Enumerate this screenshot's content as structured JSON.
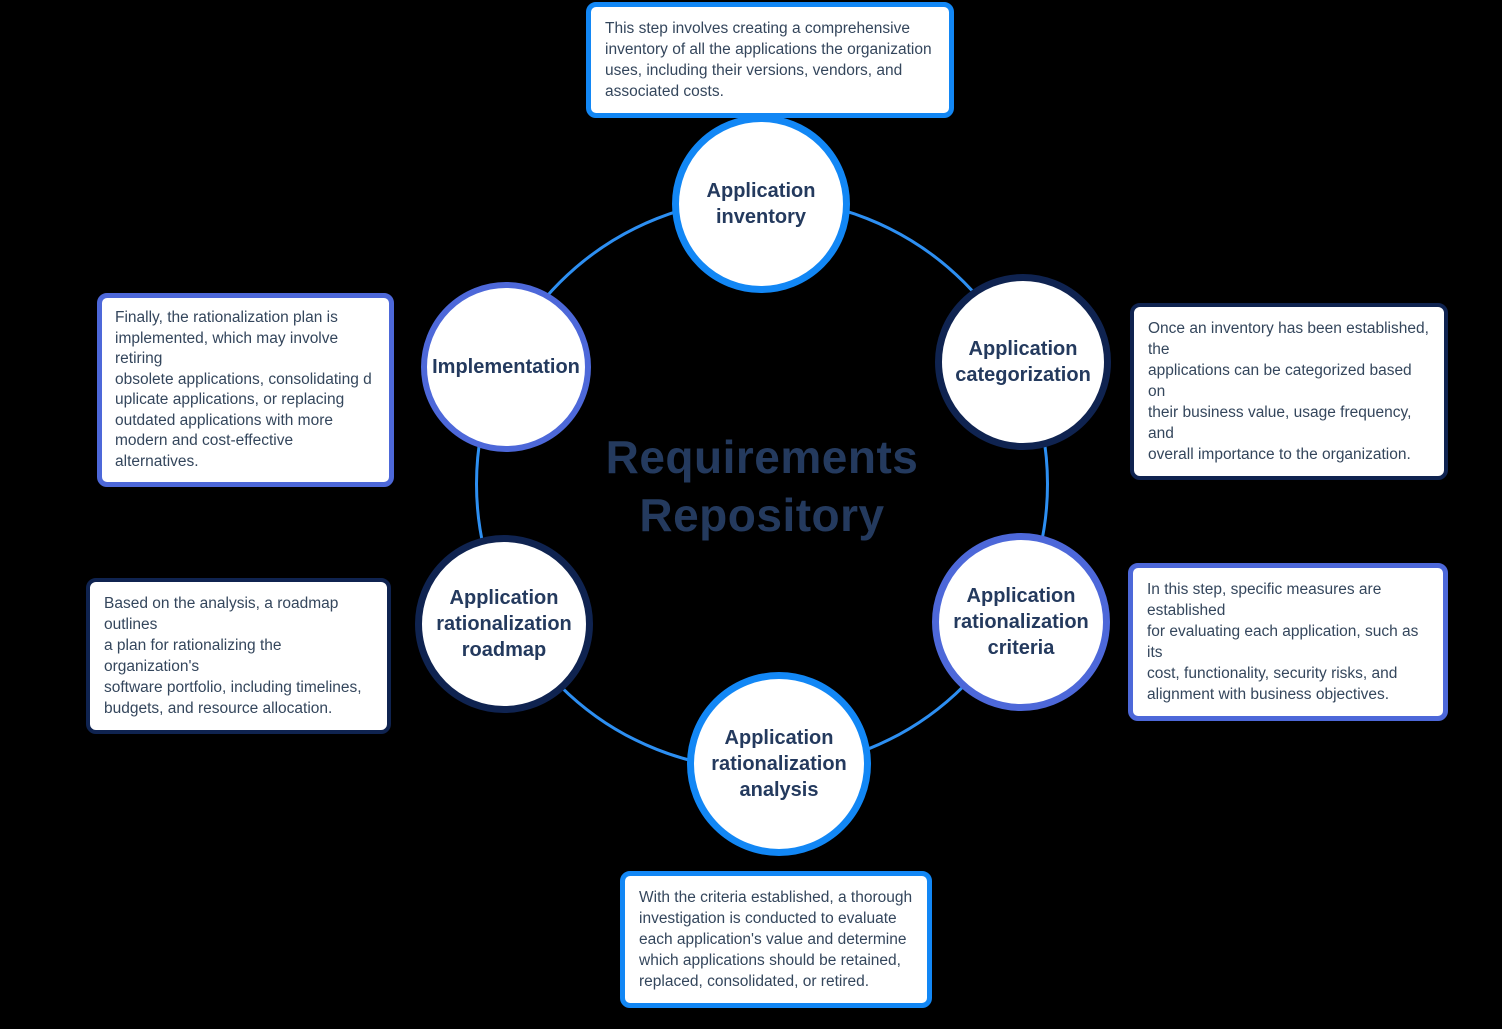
{
  "diagram": {
    "title": "Requirements\nRepository",
    "colors": {
      "bright_blue": "#1287f5",
      "dark_navy": "#0f2350",
      "indigo": "#4d68d9",
      "ring_blue": "#2d8ff2",
      "heading_text": "#243a5e",
      "body_text": "#34465c",
      "node_fill": "#ffffff",
      "background": "#000000"
    },
    "nodes": [
      {
        "label": "Application inventory",
        "color": "#1287f5",
        "description": "This step involves creating a comprehensive\ninventory of all the applications the organization\nuses, including their versions, vendors, and\nassociated costs."
      },
      {
        "label": "Application categorization",
        "color": "#0f2350",
        "description": "Once an inventory has been established, the\napplications can be categorized based on\ntheir business value, usage frequency, and\noverall importance to the organization."
      },
      {
        "label": "Application rationalization criteria",
        "color": "#4d68d9",
        "description": "In this step, specific measures are established\nfor evaluating each application, such as its\ncost, functionality, security risks, and\nalignment with business objectives."
      },
      {
        "label": "Application rationalization analysis",
        "color": "#1287f5",
        "description": "With the criteria established, a thorough\ninvestigation is conducted to evaluate\neach application's value and determine\nwhich applications should be retained,\nreplaced, consolidated, or retired."
      },
      {
        "label": "Application rationalization roadmap",
        "color": "#0f2350",
        "description": "Based on the analysis, a roadmap outlines\na plan for rationalizing the organization's\nsoftware portfolio, including timelines,\nbudgets, and resource allocation."
      },
      {
        "label": "Implementation",
        "color": "#4d68d9",
        "description": "Finally, the rationalization plan is\nimplemented, which may involve retiring\nobsolete applications, consolidating d\nuplicate applications, or replacing\noutdated applications with more\nmodern and cost-effective alternatives."
      }
    ]
  }
}
